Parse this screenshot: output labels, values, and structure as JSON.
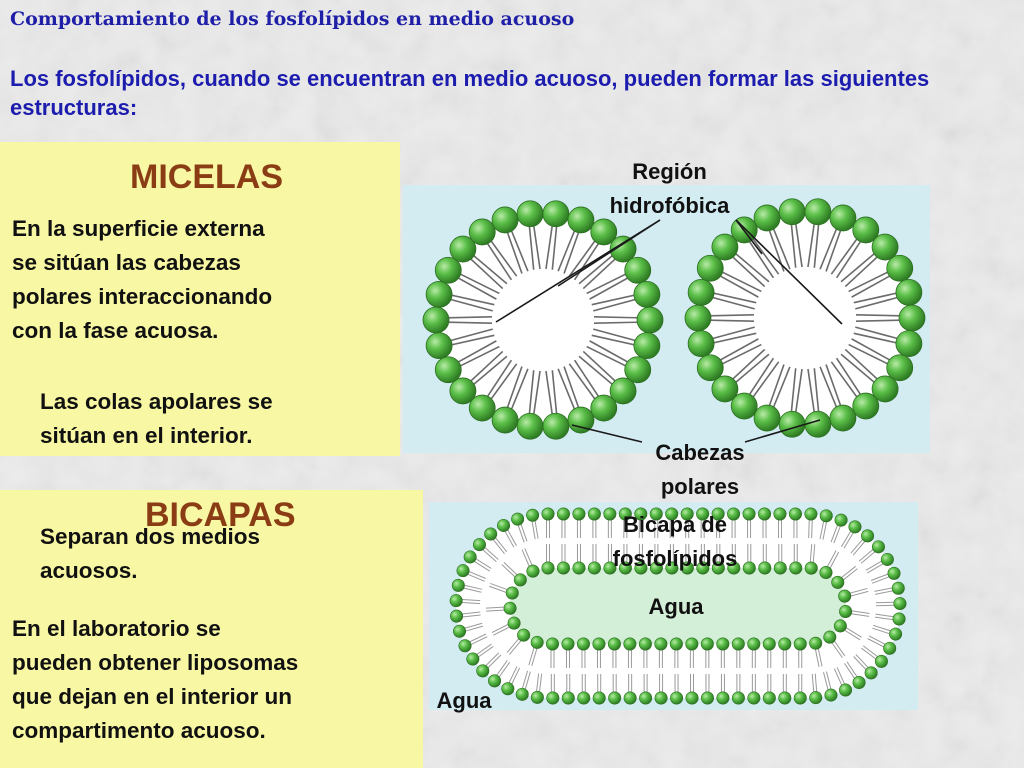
{
  "header": {
    "topic": "Comportamiento de los fosfolípidos en medio acuoso",
    "intro": "Los fosfolípidos, cuando se encuentran en medio acuoso, pueden formar las siguientes estructuras:"
  },
  "micelas": {
    "title": "MICELAS",
    "text1_lines": [
      "En la superficie externa",
      "se sitúan  las cabezas",
      "polares interaccionando",
      "con la fase acuosa."
    ],
    "text2_lines": [
      "Las colas apolares se",
      "sitúan en el interior."
    ]
  },
  "bicapas": {
    "title": "BICAPAS",
    "text1_lines": [
      "Separan dos medios",
      "acuosos."
    ],
    "text2_lines": [
      "En el laboratorio se",
      "pueden obtener liposomas",
      "que dejan en el interior un",
      "compartimento acuoso."
    ]
  },
  "labels": {
    "hydrophobic_lines": [
      "Región",
      "hidrofóbica"
    ],
    "polar_heads_lines": [
      "Cabezas",
      "polares"
    ],
    "bilayer_lines": [
      "Bicapa de",
      "fosfolípidos"
    ],
    "water_inside": "Agua",
    "water_outside": "Agua"
  },
  "colors": {
    "title": "#1f1fa8",
    "panel": "#f8f7a3",
    "heading": "#8a3d14",
    "diagram_bg": "#d3ecf2",
    "head_green": "#4aa83a",
    "inner_water": "#d4efd8"
  }
}
